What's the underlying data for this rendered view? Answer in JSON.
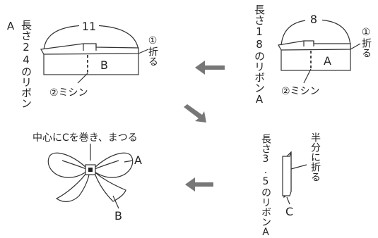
{
  "step1": {
    "vertical_label": "長さ24のリボンA",
    "width_value": "11",
    "part_letter": "B",
    "fold_label": "①折る",
    "sew_label": "②ミシン"
  },
  "step2": {
    "vertical_label": "長さ18のリボンA",
    "width_value": "8",
    "part_letter": "A",
    "fold_label": "①折る",
    "sew_label": "②ミシン"
  },
  "step3": {
    "instruction": "中心にCを巻き、まつる",
    "label_a": "A",
    "label_b": "B"
  },
  "step4": {
    "vertical_label": "長さ3.5のリボンA",
    "fold_label": "半分に折る",
    "part_letter": "C"
  },
  "colors": {
    "line": "#333333",
    "arrow": "#777777"
  }
}
